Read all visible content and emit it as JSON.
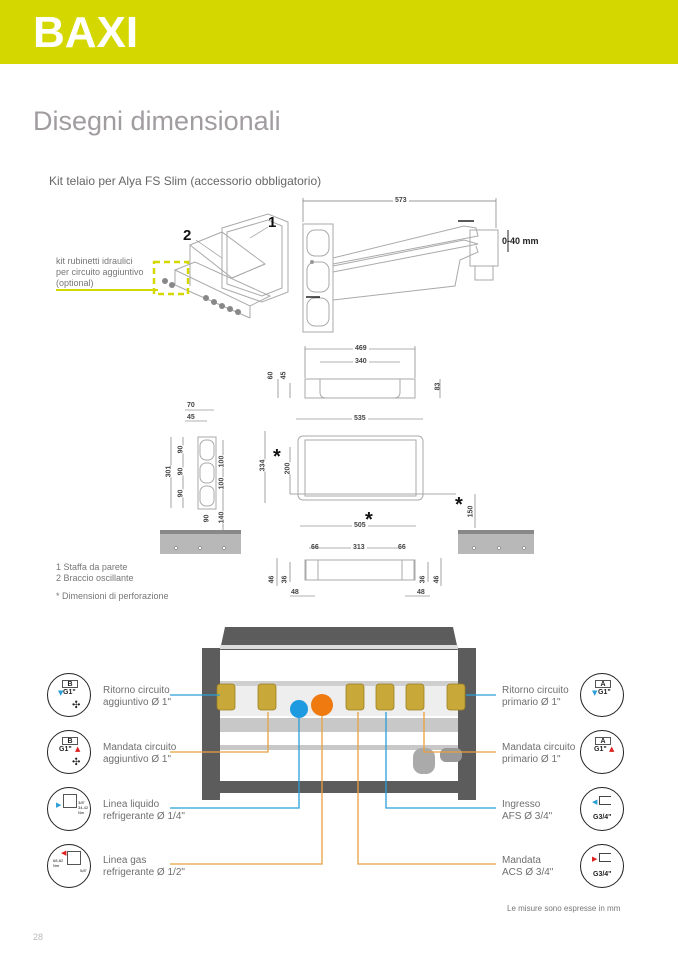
{
  "header": {
    "brand": "BAXI",
    "brand_color": "#d4d800"
  },
  "page_title": "Disegni dimensionali",
  "subtitle": "Kit telaio per Alya FS Slim (accessorio obbligatorio)",
  "iso_view": {
    "callout_1": "1",
    "callout_2": "2",
    "kit_note": [
      "kit rubinetti idraulici",
      "per circuito aggiuntivo",
      "(optional)"
    ]
  },
  "side_view": {
    "width": "573",
    "adjust": "0-40 mm"
  },
  "dims": {
    "top_469": "469",
    "top_340": "340",
    "top_60": "60",
    "top_45": "45",
    "top_83": "83",
    "front_535": "535",
    "front_334": "334",
    "front_200": "200",
    "front_505": "505",
    "front_150": "150",
    "left_70": "70",
    "left_45": "45",
    "left_301": "301",
    "left_90a": "90",
    "left_90b": "90",
    "left_90c": "90",
    "left_100a": "100",
    "left_100b": "100",
    "left_90d": "90",
    "left_140": "140",
    "bottom_66a": "66",
    "bottom_313": "313",
    "bottom_66b": "66",
    "bottom_46a": "46",
    "bottom_36a": "36",
    "bottom_36b": "36",
    "bottom_46b": "46",
    "bottom_48a": "48",
    "bottom_48b": "48",
    "asterisk": "*"
  },
  "legend": [
    "1 Staffa da parete",
    "2 Braccio oscillante"
  ],
  "footnote": "* Dimensioni di perforazione",
  "connections_left": [
    {
      "lines": [
        "Ritorno circuito",
        "aggiuntivo Ø 1\""
      ],
      "icon": "return-additional-icon",
      "box": "B",
      "size": "G1\"",
      "color": "#2a9fd8"
    },
    {
      "lines": [
        "Mandata circuito",
        "aggiuntivo Ø 1\""
      ],
      "icon": "flow-additional-icon",
      "box": "B",
      "size": "G1\"",
      "color": "#e8a040"
    },
    {
      "lines": [
        "Linea liquido",
        "refrigerante Ø 1/4\""
      ],
      "icon": "liquid-line-icon",
      "color": "#2a9fd8"
    },
    {
      "lines": [
        "Linea gas",
        "refrigerante Ø 1/2\""
      ],
      "icon": "gas-line-icon",
      "color": "#e8a040"
    }
  ],
  "connections_right": [
    {
      "lines": [
        "Ritorno circuito",
        "primario Ø 1\""
      ],
      "icon": "return-primary-icon",
      "box": "A",
      "size": "G1\"",
      "color": "#2a9fd8"
    },
    {
      "lines": [
        "Mandata circuito",
        "primario Ø 1\""
      ],
      "icon": "flow-primary-icon",
      "box": "A",
      "size": "G1\"",
      "color": "#e8a040"
    },
    {
      "lines": [
        "Ingresso",
        "AFS Ø 3/4\""
      ],
      "icon": "cold-water-inlet-icon",
      "size": "G3/4\"",
      "color": "#2a9fd8"
    },
    {
      "lines": [
        "Mandata",
        "ACS Ø 3/4\""
      ],
      "icon": "hot-water-outlet-icon",
      "size": "G3/4\"",
      "color": "#e8a040"
    }
  ],
  "icon_small_labels": {
    "liquid": [
      "3/8\"",
      "34-42",
      "Nm"
    ],
    "gas": [
      "68-82",
      "Nm",
      "5/8\""
    ]
  },
  "colors": {
    "blue": "#2a9fd8",
    "orange": "#e8a040",
    "red": "#d22",
    "frame": "#5a5a5a",
    "brass": "#c9a83a",
    "pipe_blue": "#1e9be0",
    "pipe_orange": "#ee7a10"
  },
  "units_note": "Le misure sono espresse in mm",
  "page_number": "28"
}
